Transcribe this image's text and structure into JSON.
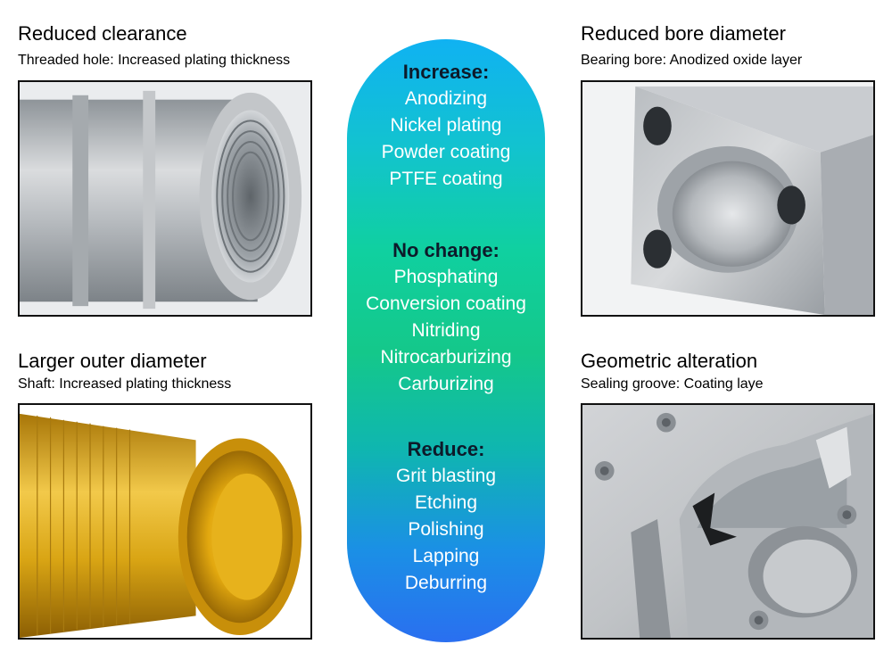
{
  "panels": {
    "top_left": {
      "title": "Reduced clearance",
      "subtitle": "Threaded hole: Increased plating thickness",
      "image_icon": "threaded-tube-photo"
    },
    "top_right": {
      "title": "Reduced bore diameter",
      "subtitle": "Bearing bore: Anodized oxide layer",
      "image_icon": "bearing-block-photo"
    },
    "bottom_left": {
      "title": "Larger outer diameter",
      "subtitle": "Shaft: Increased plating thickness",
      "image_icon": "brass-shaft-photo"
    },
    "bottom_right": {
      "title": "Geometric alteration",
      "subtitle": "Sealing groove: Coating laye",
      "image_icon": "machined-plate-photo"
    }
  },
  "center": {
    "increase": {
      "heading": "Increase:",
      "items": [
        "Anodizing",
        "Nickel plating",
        "Powder coating",
        "PTFE coating"
      ]
    },
    "no_change": {
      "heading": "No change:",
      "items": [
        "Phosphating",
        "Conversion coating",
        "Nitriding",
        "Nitrocarburizing",
        "Carburizing"
      ]
    },
    "reduce": {
      "heading": "Reduce:",
      "items": [
        "Grit blasting",
        "Etching",
        "Polishing",
        "Lapping",
        "Deburring"
      ]
    }
  },
  "colors": {
    "pill_top": "#10b2f2",
    "pill_middle": "#14c88a",
    "pill_bottom": "#2a6ff0",
    "heading_text": "#0d1a2a",
    "item_text": "#ffffff",
    "brass": "#d9a514",
    "aluminum": "#c8cacc"
  }
}
